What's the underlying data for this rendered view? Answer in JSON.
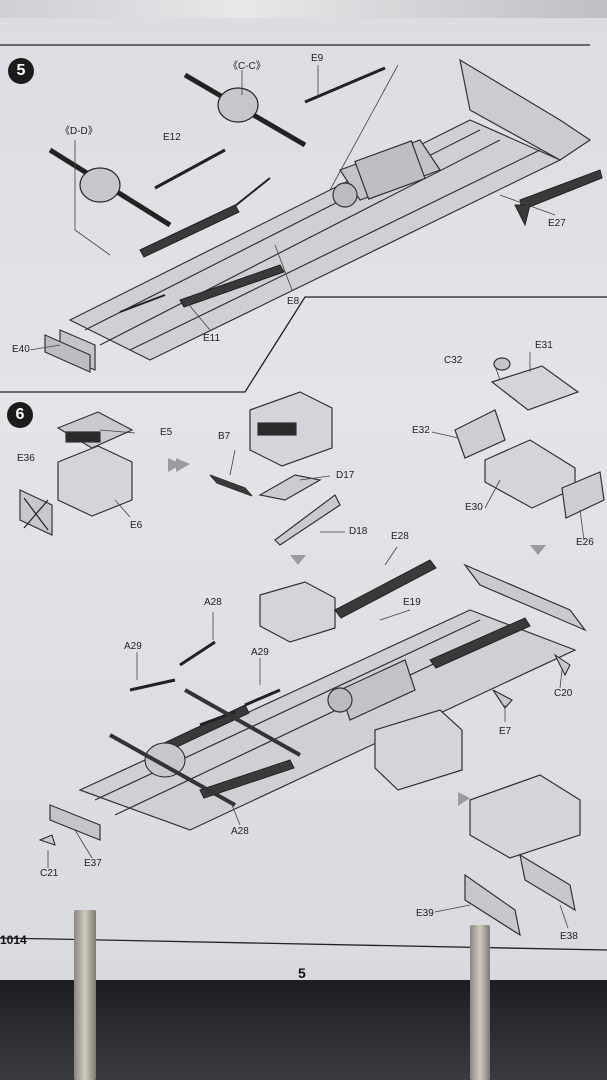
{
  "steps": {
    "step5": "5",
    "step6": "6"
  },
  "footer": {
    "page_number": "5",
    "code_fragment": "1014"
  },
  "labels5": {
    "cc": "《C-C》",
    "dd": "《D-D》",
    "e9": "E9",
    "e12": "E12",
    "e27": "E27",
    "e8": "E8",
    "e11": "E11",
    "e40": "E40"
  },
  "labels6": {
    "e5": "E5",
    "e36": "E36",
    "e6": "E6",
    "b7": "B7",
    "d17": "D17",
    "d18": "D18",
    "c32": "C32",
    "e31": "E31",
    "e32": "E32",
    "e30": "E30",
    "e26": "E26",
    "e28": "E28",
    "e19": "E19",
    "a28a": "A28",
    "a29a": "A29",
    "a29b": "A29",
    "c20": "C20",
    "e7": "E7",
    "a28b": "A28",
    "c21": "C21",
    "e37": "E37",
    "e39": "E39",
    "e38": "E38"
  }
}
